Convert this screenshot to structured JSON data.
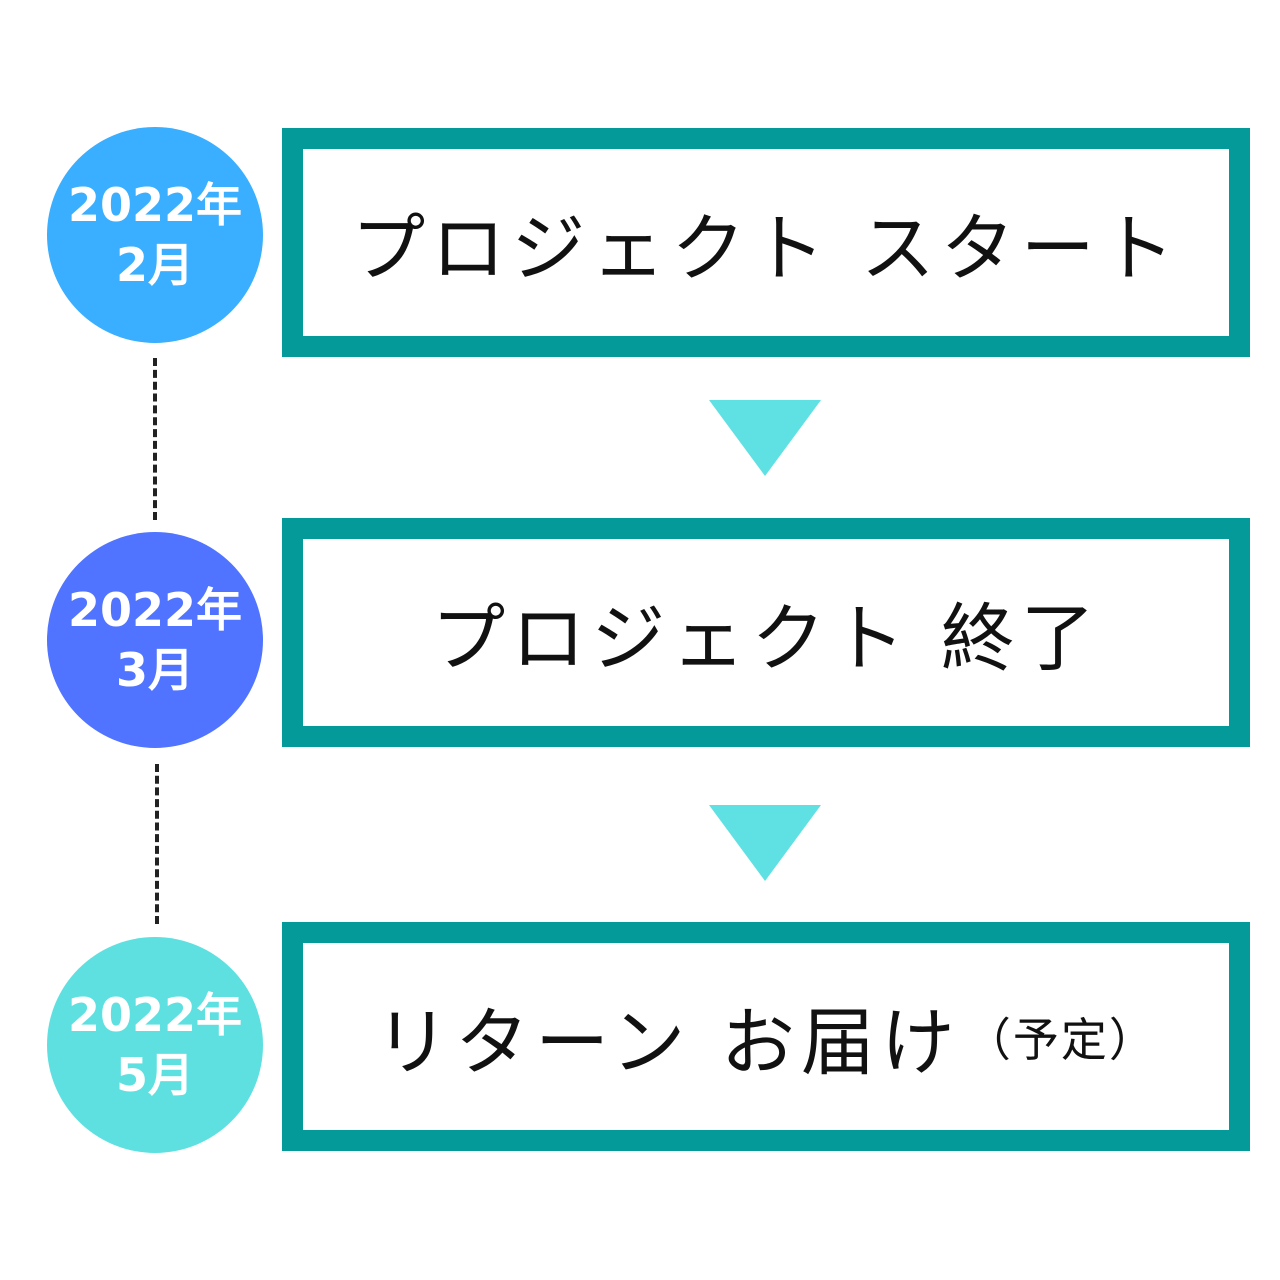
{
  "timeline": [
    {
      "year": "2022年",
      "month": "2月",
      "color": "#3aaeff"
    },
    {
      "year": "2022年",
      "month": "3月",
      "color": "#5074ff"
    },
    {
      "year": "2022年",
      "month": "5月",
      "color": "#5ee0e1"
    }
  ],
  "steps": [
    {
      "label": "プロジェクト スタート",
      "note": ""
    },
    {
      "label": "プロジェクト 終了",
      "note": ""
    },
    {
      "label": "リターン お届け",
      "note": "（予定）"
    }
  ],
  "colors": {
    "box_border": "#059a9a",
    "arrow": "#5fe0e2",
    "connector": "#222222"
  }
}
